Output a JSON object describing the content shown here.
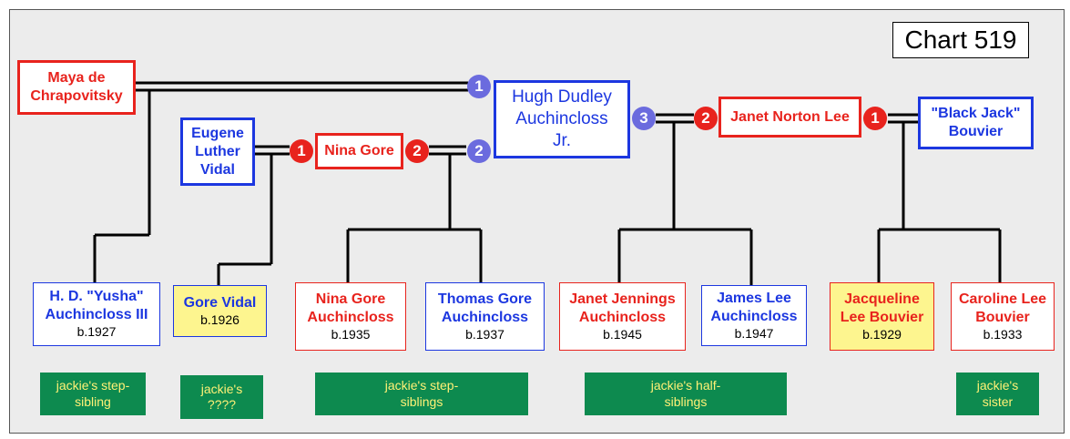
{
  "title": "Chart 519",
  "people": {
    "maya": {
      "name": "Maya de Chrapovitsky"
    },
    "hugh": {
      "name": "Hugh Dudley Auchincloss Jr."
    },
    "eugene": {
      "name": "Eugene Luther Vidal"
    },
    "nina_gore": {
      "name": "Nina Gore"
    },
    "janet_lee": {
      "name": "Janet Norton Lee"
    },
    "black_jack": {
      "name": "\"Black Jack\" Bouvier"
    },
    "yusha": {
      "name": "H. D. \"Yusha\" Auchincloss III",
      "born": "b.1927"
    },
    "gore_vidal": {
      "name": "Gore Vidal",
      "born": "b.1926"
    },
    "nina_auch": {
      "name": "Nina Gore Auchincloss",
      "born": "b.1935"
    },
    "thomas": {
      "name": "Thomas Gore Auchincloss",
      "born": "b.1937"
    },
    "janet_jennings": {
      "name": "Janet Jennings Auchincloss",
      "born": "b.1945"
    },
    "james": {
      "name": "James Lee Auchincloss",
      "born": "b.1947"
    },
    "jacqueline": {
      "name": "Jacqueline Lee Bouvier",
      "born": "b.1929"
    },
    "caroline": {
      "name": "Caroline Lee Bouvier",
      "born": "b.1933"
    }
  },
  "badges": {
    "hugh_1": "1",
    "hugh_2": "2",
    "hugh_3": "3",
    "nina_1": "1",
    "nina_2": "2",
    "janet_2": "2",
    "janet_1": "1"
  },
  "labels": {
    "step_sibling": "jackie's step-sibling",
    "unknown": "jackie's ????",
    "step_siblings": "jackie's step-siblings",
    "half_siblings": "jackie's half-siblings",
    "sister": "jackie's sister"
  },
  "colors": {
    "female": "#e8231d",
    "male": "#1c37e0",
    "tag_bg": "#0d8a4f",
    "tag_text": "#fff176",
    "highlight": "#fdf58f"
  }
}
